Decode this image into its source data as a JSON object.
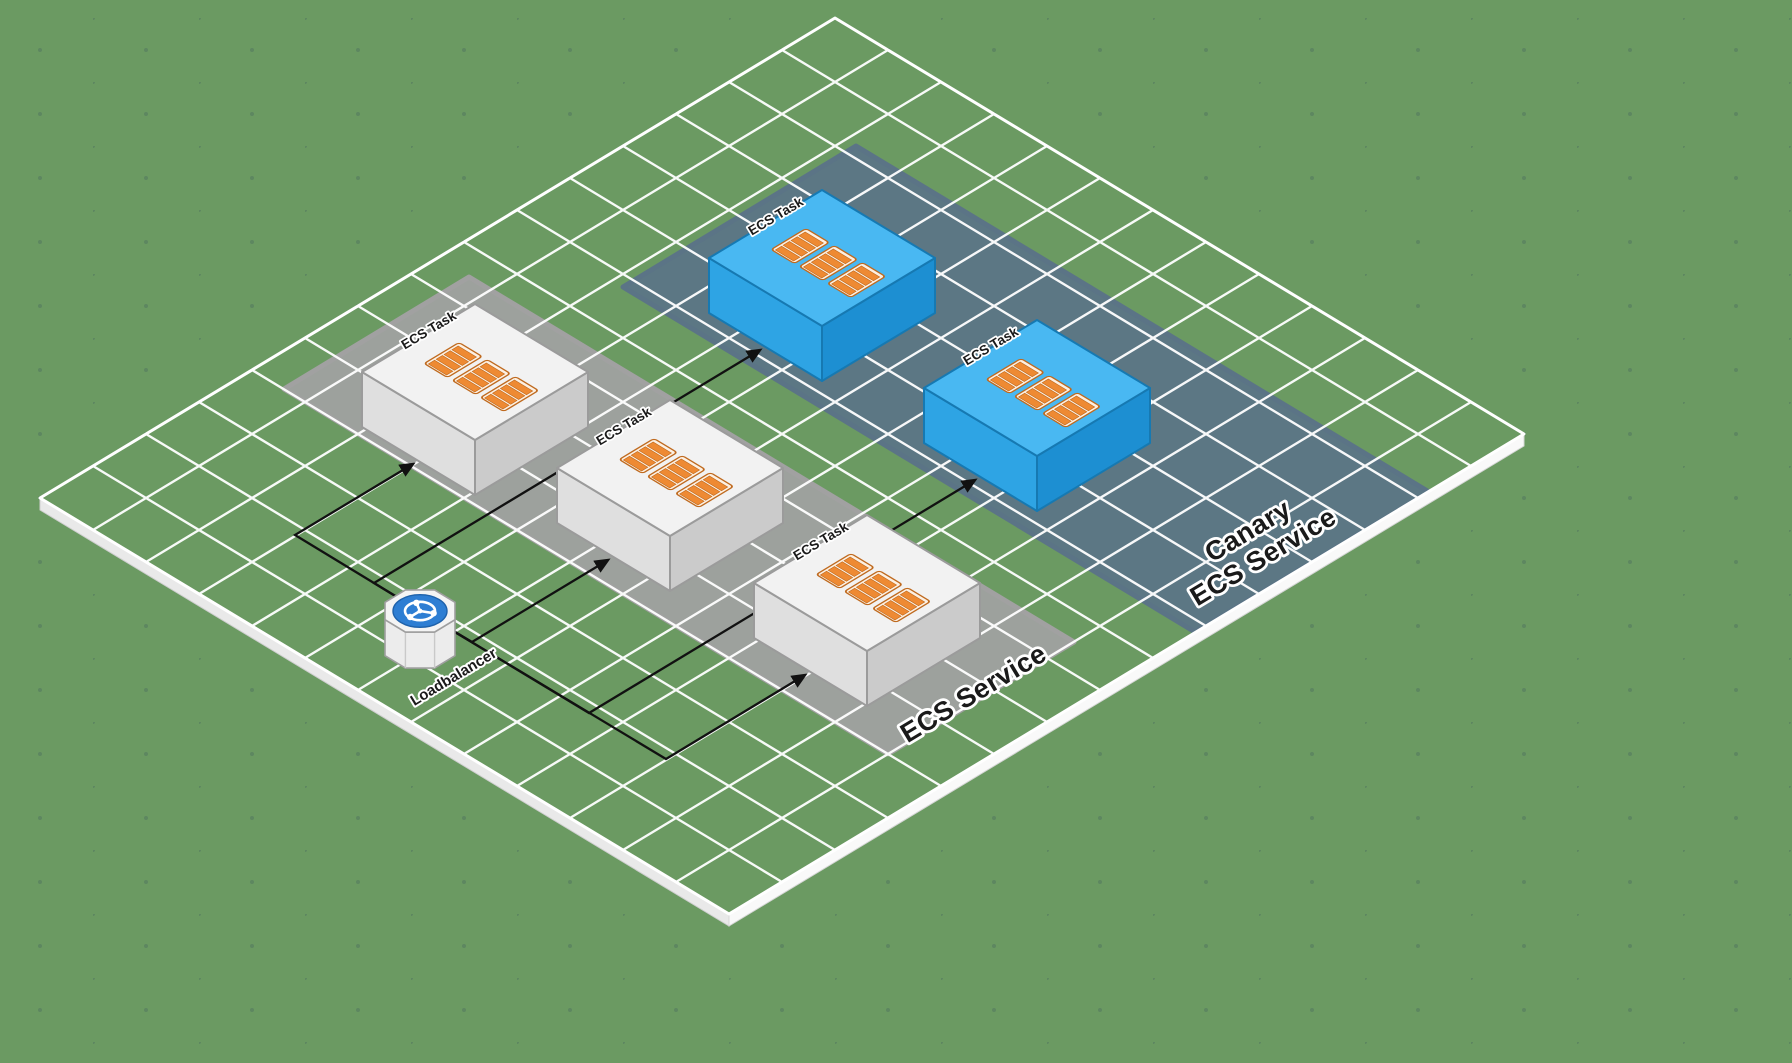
{
  "canvas": {
    "background_color": "#6b9a62",
    "grid_line_color": "#ffffff",
    "platform_edge_color": "#f5f5f5"
  },
  "zones": {
    "primary": {
      "label": "ECS Service",
      "fill": "#a1a1a1"
    },
    "canary": {
      "label_lines": [
        "Canary",
        "ECS Service"
      ],
      "fill": "#5b7486"
    }
  },
  "nodes": {
    "loadbalancer": {
      "label": "Loadbalancer",
      "icon": "share-nodes-icon",
      "top_color": "#2e7ed3"
    },
    "task1": {
      "label": "ECS Task",
      "icon": "container-stack-icon",
      "top_color": "#f2f2f2"
    },
    "task2": {
      "label": "ECS Task",
      "icon": "container-stack-icon",
      "top_color": "#f2f2f2"
    },
    "task3": {
      "label": "ECS Task",
      "icon": "container-stack-icon",
      "top_color": "#f2f2f2"
    },
    "canary_task1": {
      "label": "ECS Task",
      "icon": "container-stack-icon",
      "top_color": "#49b8f2"
    },
    "canary_task2": {
      "label": "ECS Task",
      "icon": "container-stack-icon",
      "top_color": "#49b8f2"
    }
  },
  "connections": {
    "arrow_color": "#111111",
    "routes": [
      "loadbalancer->task1",
      "loadbalancer->task2",
      "loadbalancer->task3",
      "loadbalancer->canary_task1",
      "loadbalancer->canary_task2"
    ]
  },
  "theme": {
    "bg": "#6b9a62",
    "grid": "#ffffff",
    "zone-gray": "#a1a1a1",
    "zone-blue": "#5b7486",
    "task-top": "#f2f2f2",
    "task-left": "#dfdfdf",
    "task-right": "#cbcbcb",
    "task-stroke": "#9b9b9b",
    "canary-top": "#49b8f2",
    "canary-left": "#2ea4e4",
    "canary-right": "#1d8fd2",
    "canary-stroke": "#1679b2",
    "orange": "#ee8a33",
    "orange-dark": "#bf6a1f",
    "cream": "#fdf0e2",
    "lb-blue": "#2e7ed3",
    "arrow": "#111111",
    "text": "#1a1a1a",
    "halo": "#ffffff"
  }
}
